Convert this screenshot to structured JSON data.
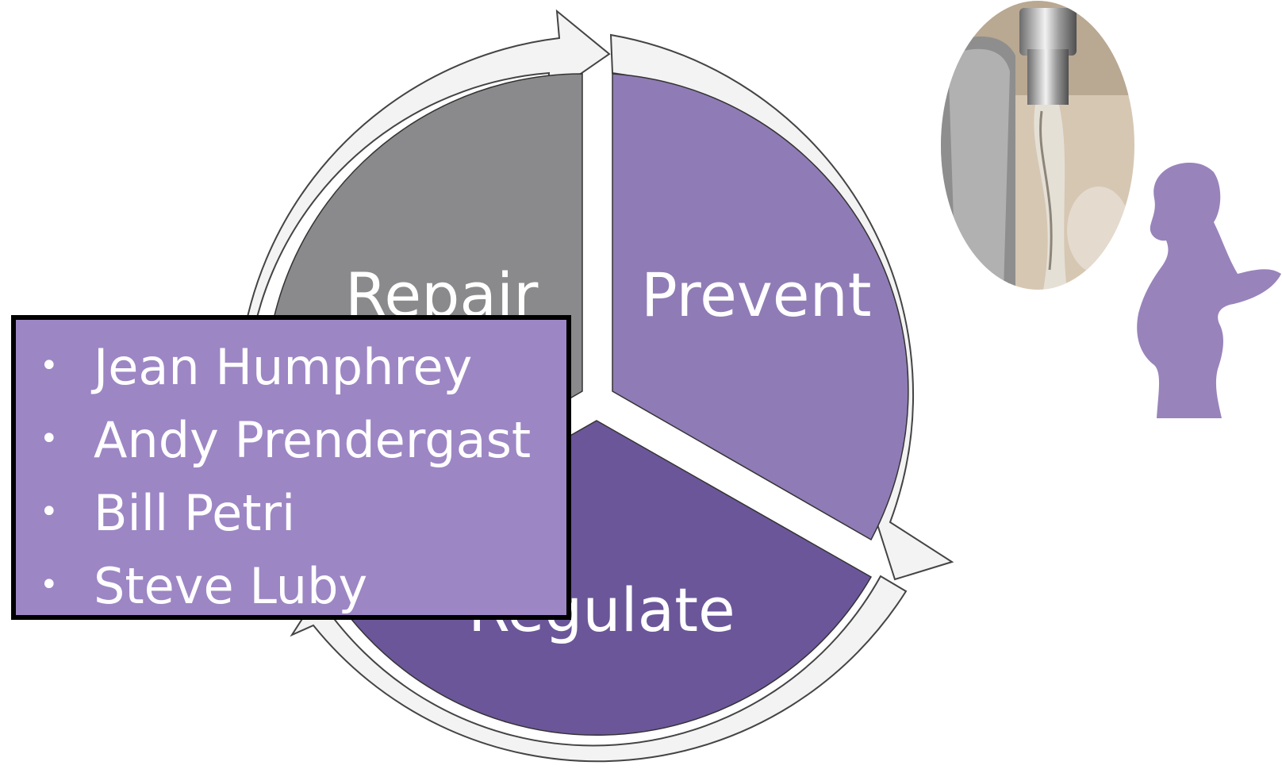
{
  "cycle": {
    "segments": [
      {
        "label": "Repair",
        "color": "#8a8a8c"
      },
      {
        "label": "Prevent",
        "color": "#8f7bb5"
      },
      {
        "label": "Regulate",
        "color": "#6b5699"
      }
    ],
    "arrow_fill": "#f2f2f2",
    "arrow_stroke": "#555555"
  },
  "names": [
    "Jean Humphrey",
    "Andy Prendergast",
    "Bill Petri",
    "Steve Luby"
  ],
  "names_box_color": "#9d86c4",
  "bullet_glyph": "•",
  "images": {
    "faucet": "faucet-photo-icon",
    "silhouette": "pregnant-woman-silhouette-icon"
  }
}
